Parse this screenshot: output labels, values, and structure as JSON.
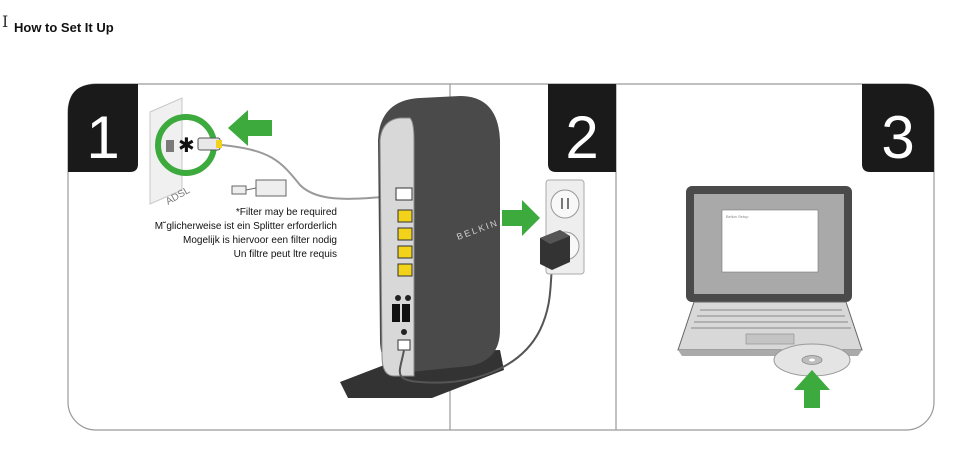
{
  "page": {
    "cursor_glyph": "I",
    "title": "How to Set It Up"
  },
  "steps": [
    {
      "number": "1"
    },
    {
      "number": "2"
    },
    {
      "number": "3"
    }
  ],
  "step1": {
    "wall_label": "ADSL",
    "filter_notes": [
      "*Filter may be required",
      "M˘glicherweise ist ein Splitter erforderlich",
      "Mogelijk is hiervoor een filter nodig",
      "Un filtre peut ltre requis"
    ]
  },
  "router": {
    "brand": "BELKIN"
  },
  "laptop": {
    "screen_text": "Belkin Setup"
  },
  "colors": {
    "panel_border": "#9a9a9a",
    "step_badge": "#1a1a1a",
    "arrow_green": "#3daa3d",
    "router_body": "#4a4a4a",
    "port_yellow": "#f2d21a"
  },
  "icons": [
    "green-arrow-icon",
    "power-outlet-icon",
    "cd-disc-icon",
    "text-cursor-icon"
  ]
}
